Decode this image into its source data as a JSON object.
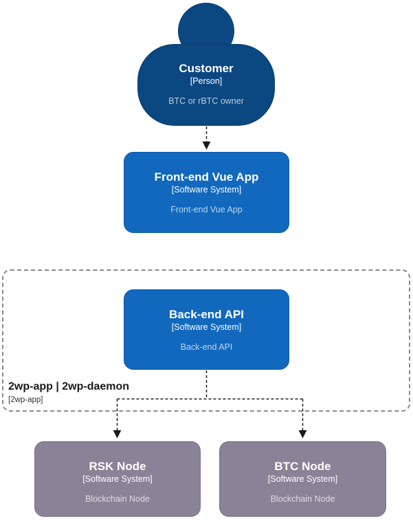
{
  "nodes": {
    "customer": {
      "title": "Customer",
      "type_label": "[Person]",
      "description": "BTC or rBTC owner"
    },
    "frontend": {
      "title": "Front-end Vue App",
      "type_label": "[Software System]",
      "description": "Front-end Vue App"
    },
    "backend": {
      "title": "Back-end API",
      "type_label": "[Software System]",
      "description": "Back-end API"
    },
    "rsk_node": {
      "title": "RSK Node",
      "type_label": "[Software System]",
      "description": "Blockchain Node"
    },
    "btc_node": {
      "title": "BTC Node",
      "type_label": "[Software System]",
      "description": "Blockchain Node"
    }
  },
  "boundary": {
    "name": "2wp-app | 2wp-daemon",
    "type_label": "[2wp-app]"
  },
  "edges": [
    {
      "from": "customer",
      "to": "frontend",
      "style": "dashed-arrow"
    },
    {
      "from": "backend",
      "to": "rsk_node",
      "style": "dashed-arrow"
    },
    {
      "from": "backend",
      "to": "btc_node",
      "style": "dashed-arrow"
    }
  ],
  "colors": {
    "canvas_background": "#ffffff",
    "person_fill": "#0b4780",
    "person_border": "#0a3d6f",
    "software_system_fill": "#1168bd",
    "software_system_border": "#0f5baa",
    "external_system_fill": "#8a8296",
    "external_system_border": "#7a7287",
    "boundary_border": "#8a8a8a",
    "connector": "#1a1a1a"
  }
}
